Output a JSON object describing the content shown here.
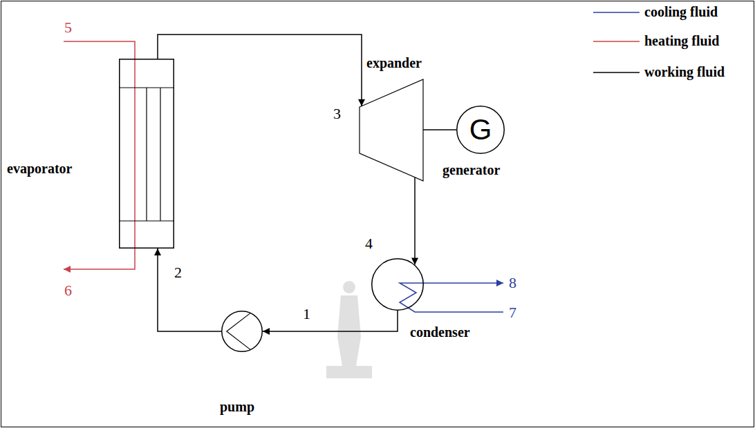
{
  "diagram": {
    "nodes": [
      {
        "text": [
          "evaporator"
        ]
      },
      {
        "text": [
          "expander"
        ]
      },
      {
        "text": [
          "G",
          "generator"
        ]
      },
      {
        "text": [
          "condenser"
        ]
      },
      {
        "text": [
          "pump"
        ]
      }
    ],
    "edges": [
      {
        "from": 0,
        "to": 1,
        "arrow": "to"
      },
      {
        "from": 1,
        "to": 2,
        "arrow": "none"
      },
      {
        "from": 1,
        "to": 3,
        "arrow": "to"
      },
      {
        "from": 3,
        "to": 4,
        "arrow": "to"
      },
      {
        "from": 4,
        "to": 0,
        "arrow": "to"
      }
    ],
    "labels": [
      "1",
      "2",
      "3",
      "4",
      "5",
      "6",
      "7",
      "8"
    ],
    "legend": [
      {
        "text": "cooling fluid"
      },
      {
        "text": "heating fluid"
      },
      {
        "text": "working fluid"
      }
    ]
  }
}
